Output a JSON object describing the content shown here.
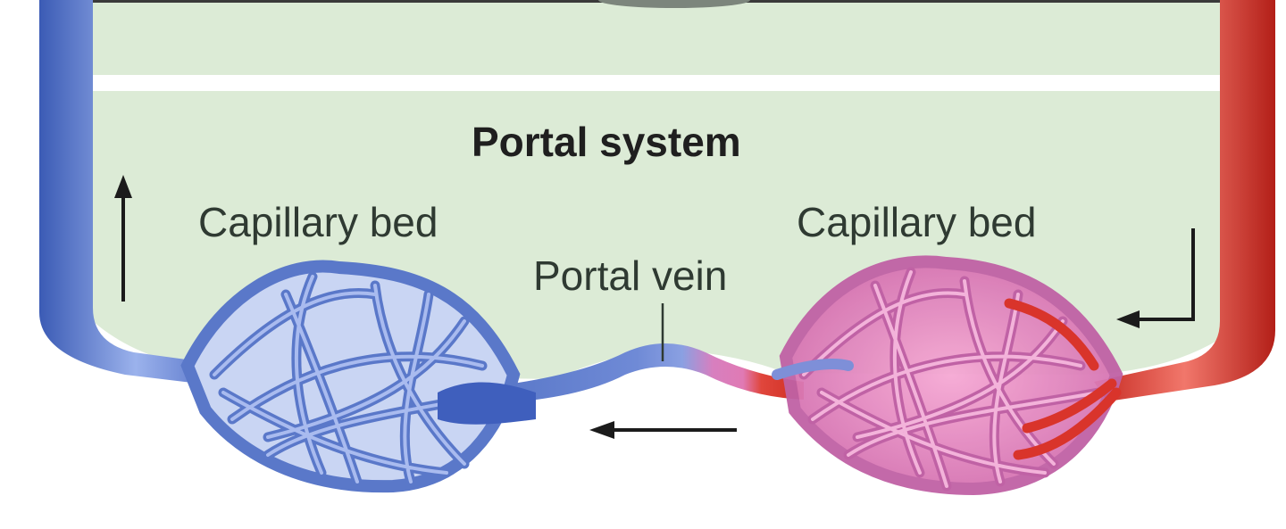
{
  "diagram": {
    "title": "Portal system",
    "labels": {
      "capillary_bed_left": "Capillary bed",
      "capillary_bed_right": "Capillary bed",
      "portal_vein": "Portal vein"
    },
    "colors": {
      "background": "#dcebd6",
      "vein_blue": "#5a78c9",
      "artery_red": "#d9342b",
      "capillary_pink": "#d775b3",
      "arrow": "#1b1b1b"
    }
  }
}
